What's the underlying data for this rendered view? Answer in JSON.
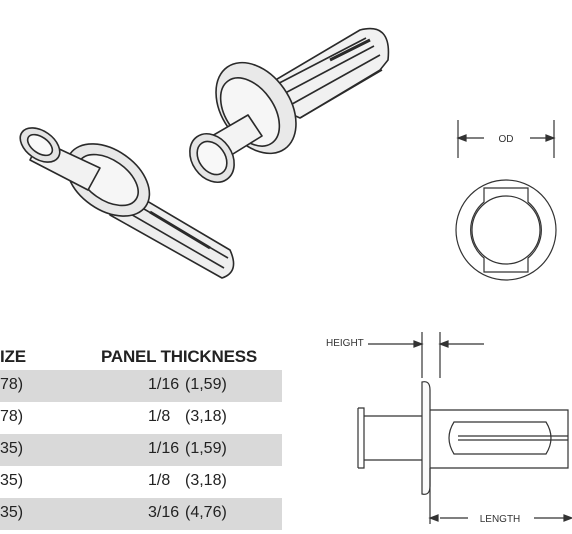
{
  "drawing_labels": {
    "od": "OD",
    "height": "HEIGHT",
    "length": "LENGTH"
  },
  "table": {
    "headers": {
      "size": "IZE",
      "panel_thickness": "PANEL THICKNESS"
    },
    "rows": [
      {
        "size": "78)",
        "panel_fraction": "1/16",
        "panel_mm": "(1,59)",
        "shaded": true
      },
      {
        "size": "78)",
        "panel_fraction": "1/8",
        "panel_mm": "(3,18)",
        "shaded": false
      },
      {
        "size": "35)",
        "panel_fraction": "1/16",
        "panel_mm": "(1,59)",
        "shaded": true
      },
      {
        "size": "35)",
        "panel_fraction": "1/8",
        "panel_mm": "(3,18)",
        "shaded": false
      },
      {
        "size": "35)",
        "panel_fraction": "3/16",
        "panel_mm": "(4,76)",
        "shaded": true
      }
    ]
  },
  "colors": {
    "row_shade": "#d9d9d9",
    "line": "#333333"
  }
}
